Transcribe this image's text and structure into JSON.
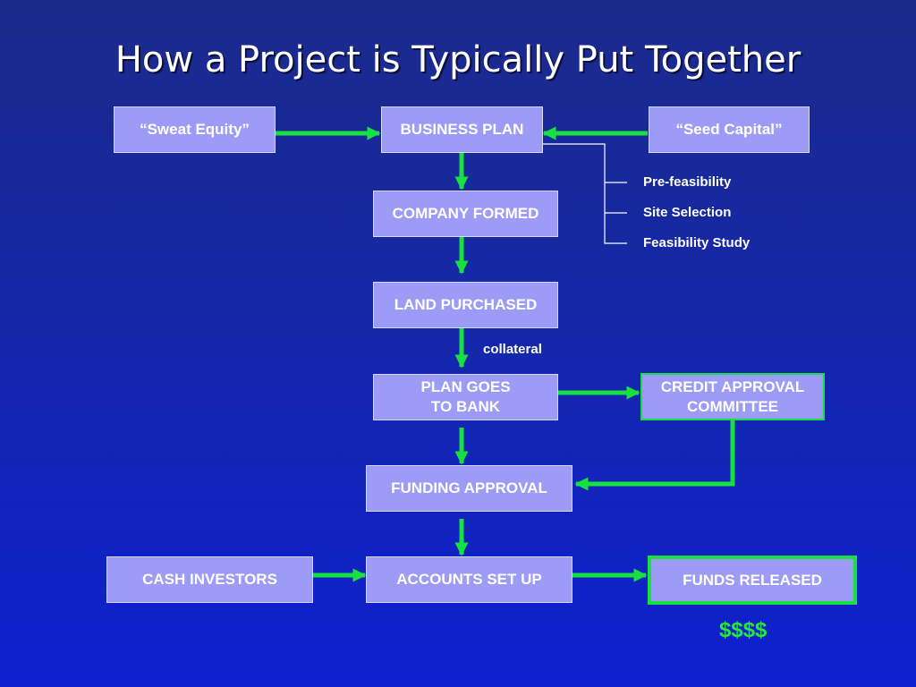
{
  "title": "How a Project is Typically Put Together",
  "boxes": {
    "sweat_equity": "“Sweat Equity”",
    "business_plan": "BUSINESS PLAN",
    "seed_capital": "“Seed Capital”",
    "company_formed": "COMPANY FORMED",
    "land_purchased": "LAND PURCHASED",
    "plan_goes_to_bank_1": "PLAN GOES",
    "plan_goes_to_bank_2": "TO BANK",
    "credit_approval_1": "CREDIT APPROVAL",
    "credit_approval_2": "COMMITTEE",
    "funding_approval": "FUNDING APPROVAL",
    "cash_investors": "CASH INVESTORS",
    "accounts_set_up": "ACCOUNTS SET UP",
    "funds_released": "FUNDS RELEASED"
  },
  "business_plan_components": [
    "Pre-feasibility",
    "Site Selection",
    "Feasibility Study"
  ],
  "collateral_label": "collateral",
  "money_label": "$$$$",
  "colors": {
    "background_top": "#1b2a8a",
    "background_bottom": "#0f1fd0",
    "box_fill": "#9c9cf6",
    "arrow": "#18e040",
    "money": "#22e83c"
  }
}
